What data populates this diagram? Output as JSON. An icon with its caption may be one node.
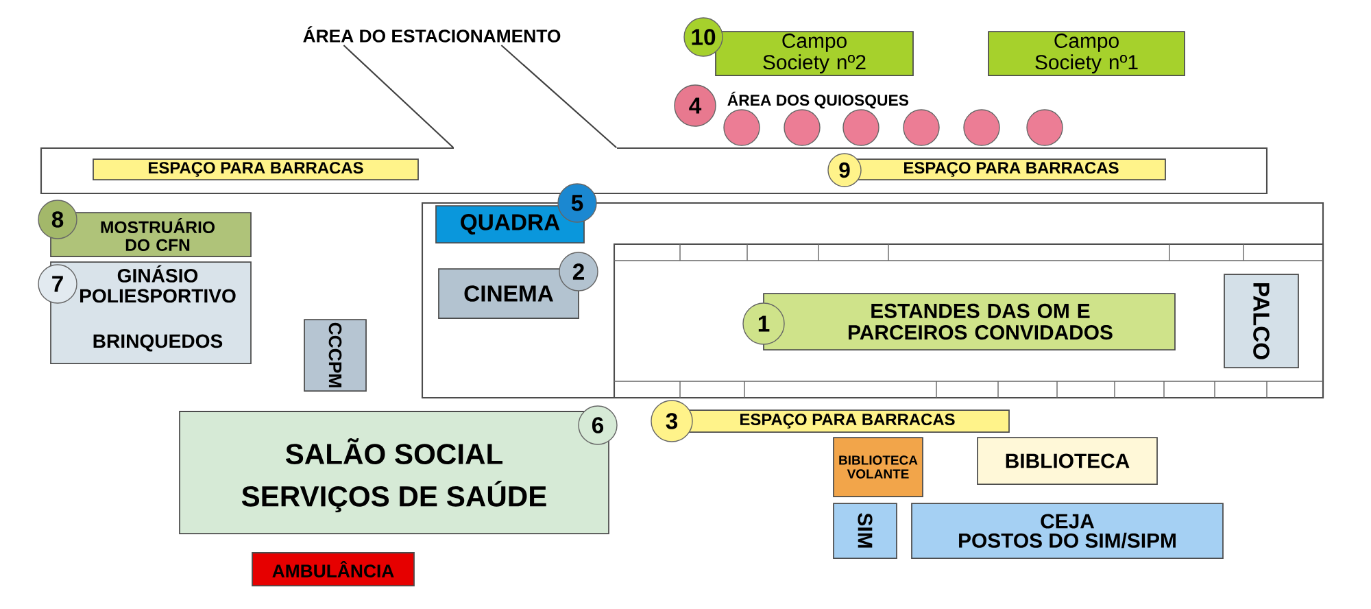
{
  "diagram": {
    "nodes": [
      {
        "text": [
          "ÁREA DO ESTACIONAMENTO"
        ]
      },
      {
        "text": [
          "10"
        ]
      },
      {
        "text": [
          "Campo Society nº2"
        ]
      },
      {
        "text": [
          "Campo Society nº1"
        ]
      },
      {
        "text": [
          "4"
        ]
      },
      {
        "text": [],
        "shape": "circle"
      },
      {
        "text": [],
        "shape": "circle"
      },
      {
        "text": [],
        "shape": "circle"
      },
      {
        "text": [],
        "shape": "circle"
      },
      {
        "text": [],
        "shape": "circle"
      },
      {
        "text": [],
        "shape": "circle"
      },
      {
        "text": [],
        "shape": "box"
      },
      {
        "text": [
          "ESPAÇO PARA BARRACAS"
        ],
        "in": 11
      },
      {
        "text": [
          "9"
        ],
        "in": 11
      },
      {
        "text": [
          "ESPAÇO PARA BARRACAS"
        ],
        "in": 11
      },
      {
        "text": [
          "8"
        ]
      },
      {
        "text": [
          "MOSTRUÁRIO DO CFN"
        ]
      },
      {
        "text": [
          "7"
        ]
      },
      {
        "text": [
          "GINÁSIO POLIESPORTIVO",
          "BRINQUEDOS"
        ]
      },
      {
        "text": [
          "CCCPM"
        ]
      },
      {
        "text": [],
        "shape": "box"
      },
      {
        "text": [
          "QUADRA"
        ],
        "in": 20
      },
      {
        "text": [
          "5"
        ]
      },
      {
        "text": [
          "CINEMA"
        ],
        "in": 20
      },
      {
        "text": [
          "2"
        ],
        "in": 20
      },
      {
        "text": [],
        "shape": "box",
        "in": 20
      },
      {
        "text": [
          "1"
        ],
        "in": 25
      },
      {
        "text": [
          "ESTANDES DAS OM E PARCEIROS CONVIDADOS"
        ],
        "in": 25
      },
      {
        "text": [
          "PALCO"
        ],
        "in": 25
      },
      {
        "text": [
          "6"
        ]
      },
      {
        "text": [
          "SALÃO SOCIAL",
          "SERVIÇOS DE SAÚDE"
        ]
      },
      {
        "text": [
          "3"
        ]
      },
      {
        "text": [
          "ESPAÇO PARA BARRACAS"
        ]
      },
      {
        "text": [
          "BIBLIOTECA VOLANTE"
        ]
      },
      {
        "text": [
          "BIBLIOTECA"
        ]
      },
      {
        "text": [
          "SIM"
        ]
      },
      {
        "text": [
          "CEJA",
          "POSTOS DO SIM/SIPM"
        ]
      },
      {
        "text": [
          "AMBULÂNCIA"
        ]
      }
    ],
    "edges": [
      {
        "from": 0,
        "to": 11,
        "arrow": "none"
      },
      {
        "from": 0,
        "to": 11,
        "arrow": "none"
      }
    ],
    "labels": [
      "ÁREA DOS QUIOSQUES"
    ]
  }
}
